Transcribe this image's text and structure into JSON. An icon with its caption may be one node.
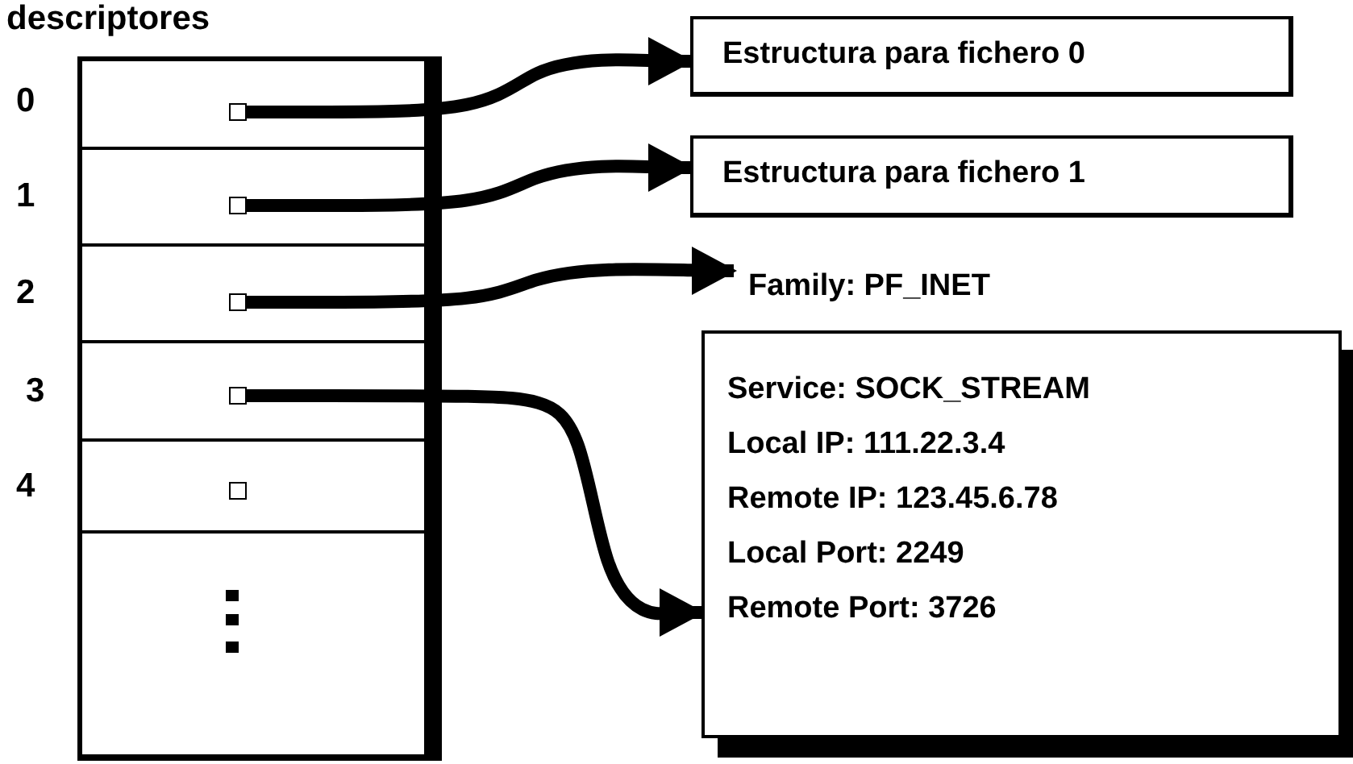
{
  "diagram": {
    "title": "descriptores",
    "nodes": [
      {
        "text": [],
        "shape": "box"
      },
      {
        "text": [],
        "shape": "box",
        "in": 0,
        "beside": [
          "0"
        ]
      },
      {
        "text": [],
        "shape": "box",
        "in": 0,
        "beside": [
          "1"
        ]
      },
      {
        "text": [],
        "shape": "box",
        "in": 0,
        "beside": [
          "2"
        ]
      },
      {
        "text": [],
        "shape": "box",
        "in": 0,
        "beside": [
          "3"
        ]
      },
      {
        "text": [],
        "shape": "box",
        "in": 0,
        "beside": [
          "4"
        ]
      },
      {
        "text": [],
        "shape": "box",
        "in": 0
      },
      {
        "text": [],
        "shape": "box",
        "in": 1
      },
      {
        "text": [],
        "shape": "box",
        "in": 2
      },
      {
        "text": [],
        "shape": "box",
        "in": 3
      },
      {
        "text": [],
        "shape": "box",
        "in": 4
      },
      {
        "text": [],
        "shape": "box",
        "in": 5
      },
      {
        "text": [
          "Estructura para fichero 0"
        ]
      },
      {
        "text": [
          "Estructura para fichero 1"
        ]
      },
      {
        "text": [
          "Family: PF_INET",
          "Service: SOCK_STREAM",
          "Local IP: 111.22.3.4",
          "Remote IP: 123.45.6.78",
          "Local Port: 2249",
          "Remote Port: 3726"
        ]
      }
    ],
    "edges": [
      {
        "from": 7,
        "to": 12,
        "arrow": "to"
      },
      {
        "from": 8,
        "to": 13,
        "arrow": "to"
      },
      {
        "from": 9,
        "to": 14,
        "arrow": "to"
      },
      {
        "from": 10,
        "to": 14,
        "arrow": "to"
      }
    ]
  }
}
